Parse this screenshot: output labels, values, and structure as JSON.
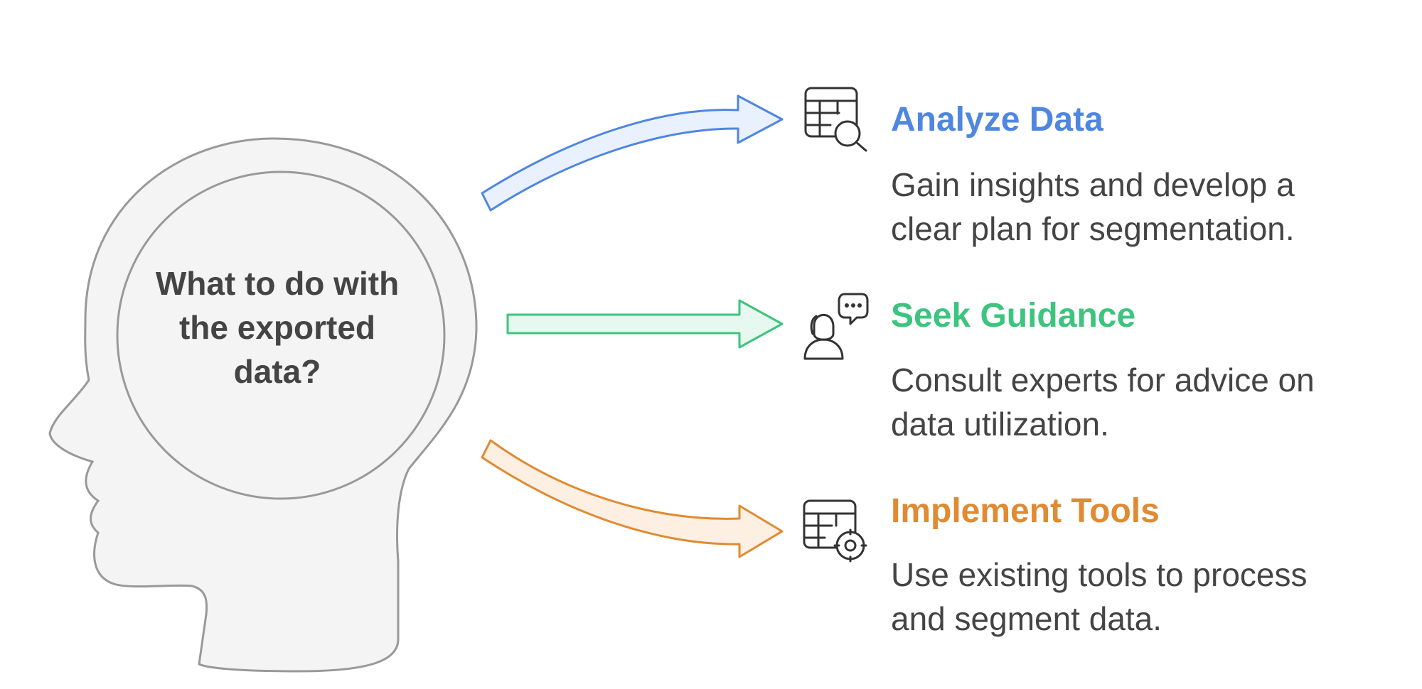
{
  "question": {
    "line1": "What to do with",
    "line2": "the exported",
    "line3": "data?"
  },
  "options": [
    {
      "title": "Analyze Data",
      "desc_line1": "Gain insights and develop a",
      "desc_line2": "clear plan for segmentation.",
      "icon": "table-search-icon",
      "color": "#4F86E0",
      "fill": "#E8F1FD"
    },
    {
      "title": "Seek Guidance",
      "desc_line1": "Consult experts for advice on",
      "desc_line2": "data utilization.",
      "icon": "consultant-chat-icon",
      "color": "#3DC47E",
      "fill": "#E6F8EF"
    },
    {
      "title": "Implement Tools",
      "desc_line1": "Use existing tools to process",
      "desc_line2": "and segment data.",
      "icon": "table-gear-icon",
      "color": "#E08A32",
      "fill": "#FDEFE2"
    }
  ],
  "head": {
    "fill": "#F4F4F4",
    "stroke": "#999999"
  }
}
